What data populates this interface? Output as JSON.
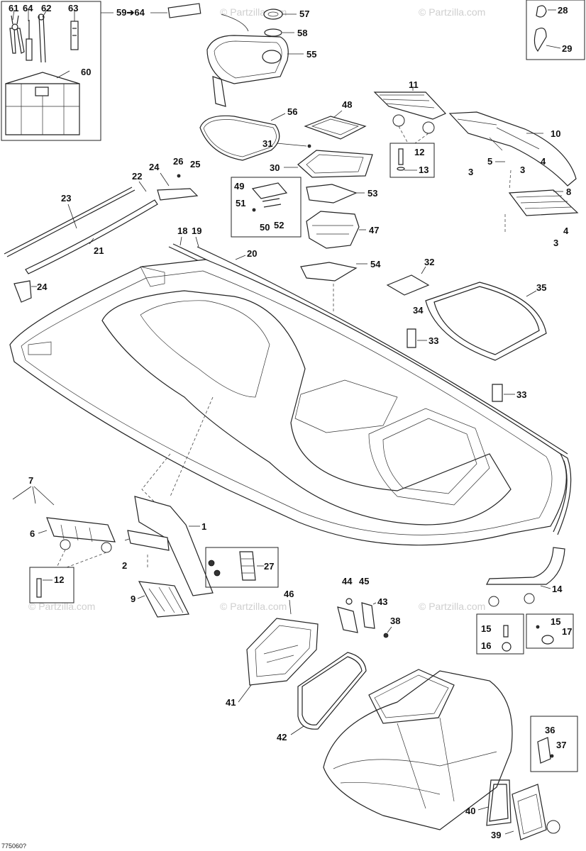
{
  "watermark": "© Partzilla.com",
  "drawing_code": "775060?",
  "tool_kit_arrow": "59➔64",
  "callouts": {
    "1": "1",
    "2": "2",
    "3": "3",
    "4": "4",
    "5": "5",
    "6": "6",
    "7": "7",
    "8": "8",
    "9": "9",
    "10": "10",
    "11": "11",
    "12": "12",
    "13": "13",
    "14": "14",
    "15": "15",
    "16": "16",
    "17": "17",
    "18": "18",
    "19": "19",
    "20": "20",
    "21": "21",
    "22": "22",
    "23": "23",
    "24": "24",
    "25": "25",
    "26": "26",
    "27": "27",
    "28": "28",
    "29": "29",
    "30": "30",
    "31": "31",
    "32": "32",
    "33": "33",
    "34": "34",
    "35": "35",
    "36": "36",
    "37": "37",
    "38": "38",
    "39": "39",
    "40": "40",
    "41": "41",
    "42": "42",
    "43": "43",
    "44": "44",
    "45": "45",
    "46": "46",
    "47": "47",
    "48": "48",
    "49": "49",
    "50": "50",
    "51": "51",
    "52": "52",
    "53": "53",
    "54": "54",
    "55": "55",
    "56": "56",
    "57": "57",
    "58": "58",
    "60": "60",
    "61": "61",
    "62": "62",
    "63": "63",
    "64": "64"
  },
  "icons": [
    "hull-illustration",
    "storage-bin-illustration",
    "tool-kit-illustration",
    "fastener-icon"
  ]
}
